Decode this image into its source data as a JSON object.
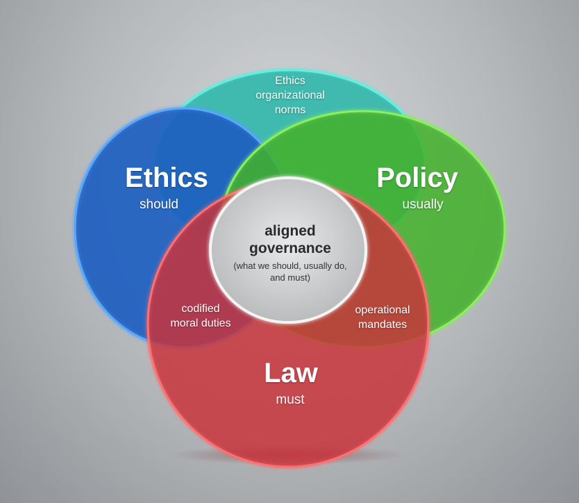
{
  "sets": {
    "ethics": {
      "title": "Ethics",
      "subtitle": "should",
      "color": "#2f7fe0"
    },
    "policy": {
      "title": "Policy",
      "subtitle": "usually",
      "color": "#5fd640"
    },
    "law": {
      "title": "Law",
      "subtitle": "must",
      "color": "#e0474a"
    },
    "top": {
      "color": "#3fd8c8"
    }
  },
  "overlaps": {
    "top_label": [
      "Ethics",
      "organizational",
      "norms"
    ],
    "ethics_law": [
      "codified",
      "moral duties"
    ],
    "policy_law": [
      "operational",
      "mandates"
    ]
  },
  "center": {
    "title_line1": "aligned",
    "title_line2": "governance",
    "caption_line1": "(what we should, usually do,",
    "caption_line2": "and must)"
  }
}
